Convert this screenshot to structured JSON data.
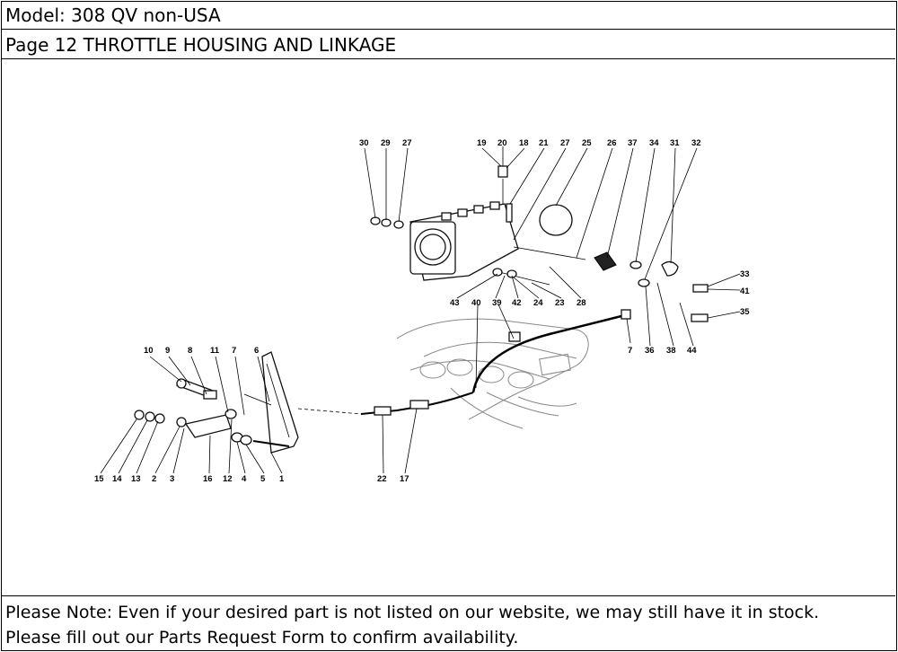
{
  "header": {
    "model": "Model: 308 QV non-USA",
    "page_title": "Page 12  THROTTLE HOUSING AND LINKAGE"
  },
  "diagram": {
    "callouts_top": [
      "30",
      "29",
      "27",
      "19",
      "20",
      "18",
      "21",
      "27",
      "25",
      "26",
      "37",
      "34",
      "31",
      "32"
    ],
    "callouts_right": [
      "33",
      "41",
      "35"
    ],
    "callouts_mid": [
      "43",
      "40",
      "39",
      "42",
      "24",
      "23",
      "28"
    ],
    "callouts_lower_right": [
      "7",
      "36",
      "38",
      "44"
    ],
    "callouts_pedal_top": [
      "10",
      "9",
      "8",
      "11",
      "7",
      "6"
    ],
    "callouts_pedal_bottom": [
      "15",
      "14",
      "13",
      "2",
      "3",
      "16",
      "12",
      "4",
      "5",
      "1"
    ],
    "callouts_cable": [
      "22",
      "17"
    ]
  },
  "footer": {
    "line1": "Please Note: Even if your desired part is not listed on our website, we may still have it in stock.",
    "line2": "Please fill out our Parts Request Form to confirm availability."
  }
}
